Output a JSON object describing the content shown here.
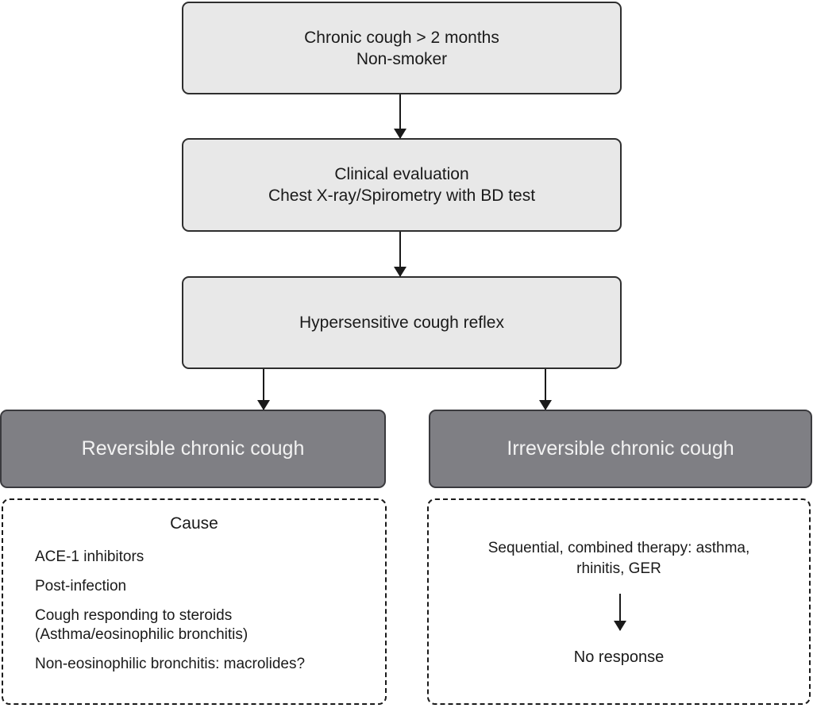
{
  "flowchart": {
    "steps": [
      {
        "lines": [
          "Chronic cough > 2 months",
          "Non-smoker"
        ]
      },
      {
        "lines": [
          "Clinical evaluation",
          "Chest X-ray/Spirometry with BD test"
        ]
      },
      {
        "lines": [
          "Hypersensitive cough reflex"
        ]
      }
    ],
    "outcomes": [
      {
        "label": "Reversible chronic cough"
      },
      {
        "label": "Irreversible chronic cough"
      }
    ],
    "cause_panel": {
      "title": "Cause",
      "items": [
        "ACE-1 inhibitors",
        "Post-infection",
        "Cough responding to steroids\n(Asthma/eosinophilic bronchitis)",
        "Non-eosinophilic bronchitis: macrolides?"
      ]
    },
    "therapy_panel": {
      "line1": "Sequential, combined therapy: asthma,",
      "line2": "rhinitis, GER",
      "result": "No response"
    },
    "colors": {
      "light_box_fill": "#e8e8e8",
      "box_border": "#2e2e2e",
      "dark_box_fill": "#7f7f84",
      "dark_box_border": "#3a3a3e",
      "dark_box_text": "#f2f2f2",
      "text": "#1a1a1a",
      "arrow": "#1a1a1a",
      "background": "#ffffff"
    }
  }
}
